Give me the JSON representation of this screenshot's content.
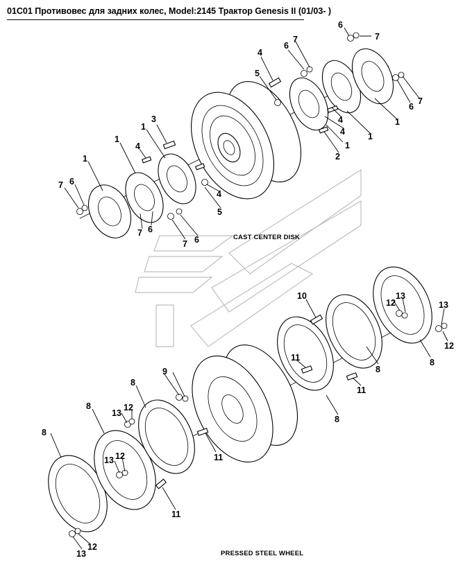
{
  "header": {
    "title": "01C01 Противовес для задних колес, Model:2145 Трактор Genesis II (01/03- )"
  },
  "sections": {
    "upper_caption": "CAST CENTER DISK",
    "lower_caption": "PRESSED STEEL WHEEL"
  },
  "callouts": {
    "upper": [
      "6",
      "7",
      "4",
      "6",
      "7",
      "5",
      "1",
      "6",
      "7",
      "4",
      "1",
      "3",
      "1",
      "1",
      "4",
      "2",
      "1",
      "4",
      "5",
      "1",
      "7",
      "6",
      "7",
      "6",
      "7",
      "6"
    ],
    "lower": [
      "10",
      "13",
      "12",
      "13",
      "12",
      "11",
      "9",
      "8",
      "8",
      "11",
      "8",
      "8",
      "13",
      "12",
      "8",
      "11",
      "13",
      "12",
      "11",
      "8",
      "13",
      "12"
    ]
  },
  "colors": {
    "line": "#000000",
    "watermark": "#bdbdbd",
    "background": "#ffffff"
  }
}
